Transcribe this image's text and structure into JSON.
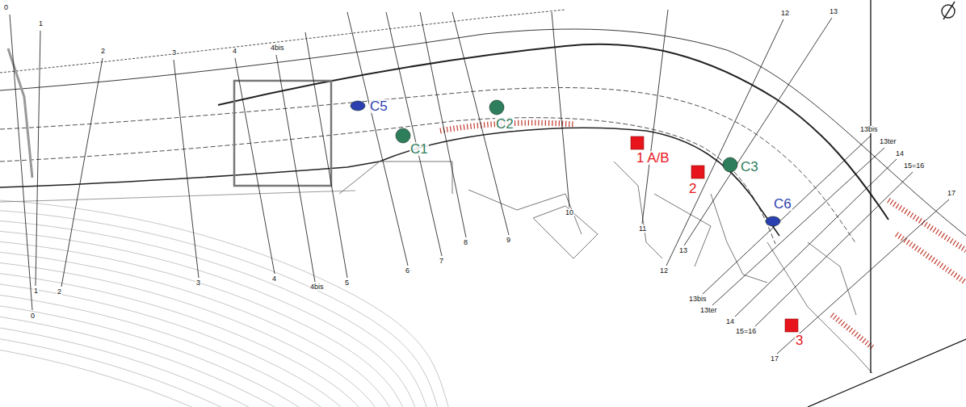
{
  "diagram": {
    "nodes": [
      {
        "text": [
          "C5"
        ]
      },
      {
        "text": [
          "C1"
        ]
      },
      {
        "text": [
          "C2"
        ]
      },
      {
        "text": [
          "1 A/B"
        ]
      },
      {
        "text": [
          "2"
        ]
      },
      {
        "text": [
          "C3"
        ]
      },
      {
        "text": [
          "C6"
        ]
      },
      {
        "text": [
          "3"
        ]
      }
    ],
    "labels": [
      "0",
      "1",
      "2",
      "3",
      "4",
      "4bis",
      "0",
      "1",
      "2",
      "3",
      "4",
      "4bis",
      "5",
      "6",
      "7",
      "8",
      "9",
      "10",
      "11",
      "12",
      "13",
      "12",
      "13",
      "13bis",
      "13ter",
      "14",
      "15=16",
      "17",
      "13bis",
      "13ter",
      "14",
      "15=16",
      "17"
    ]
  }
}
